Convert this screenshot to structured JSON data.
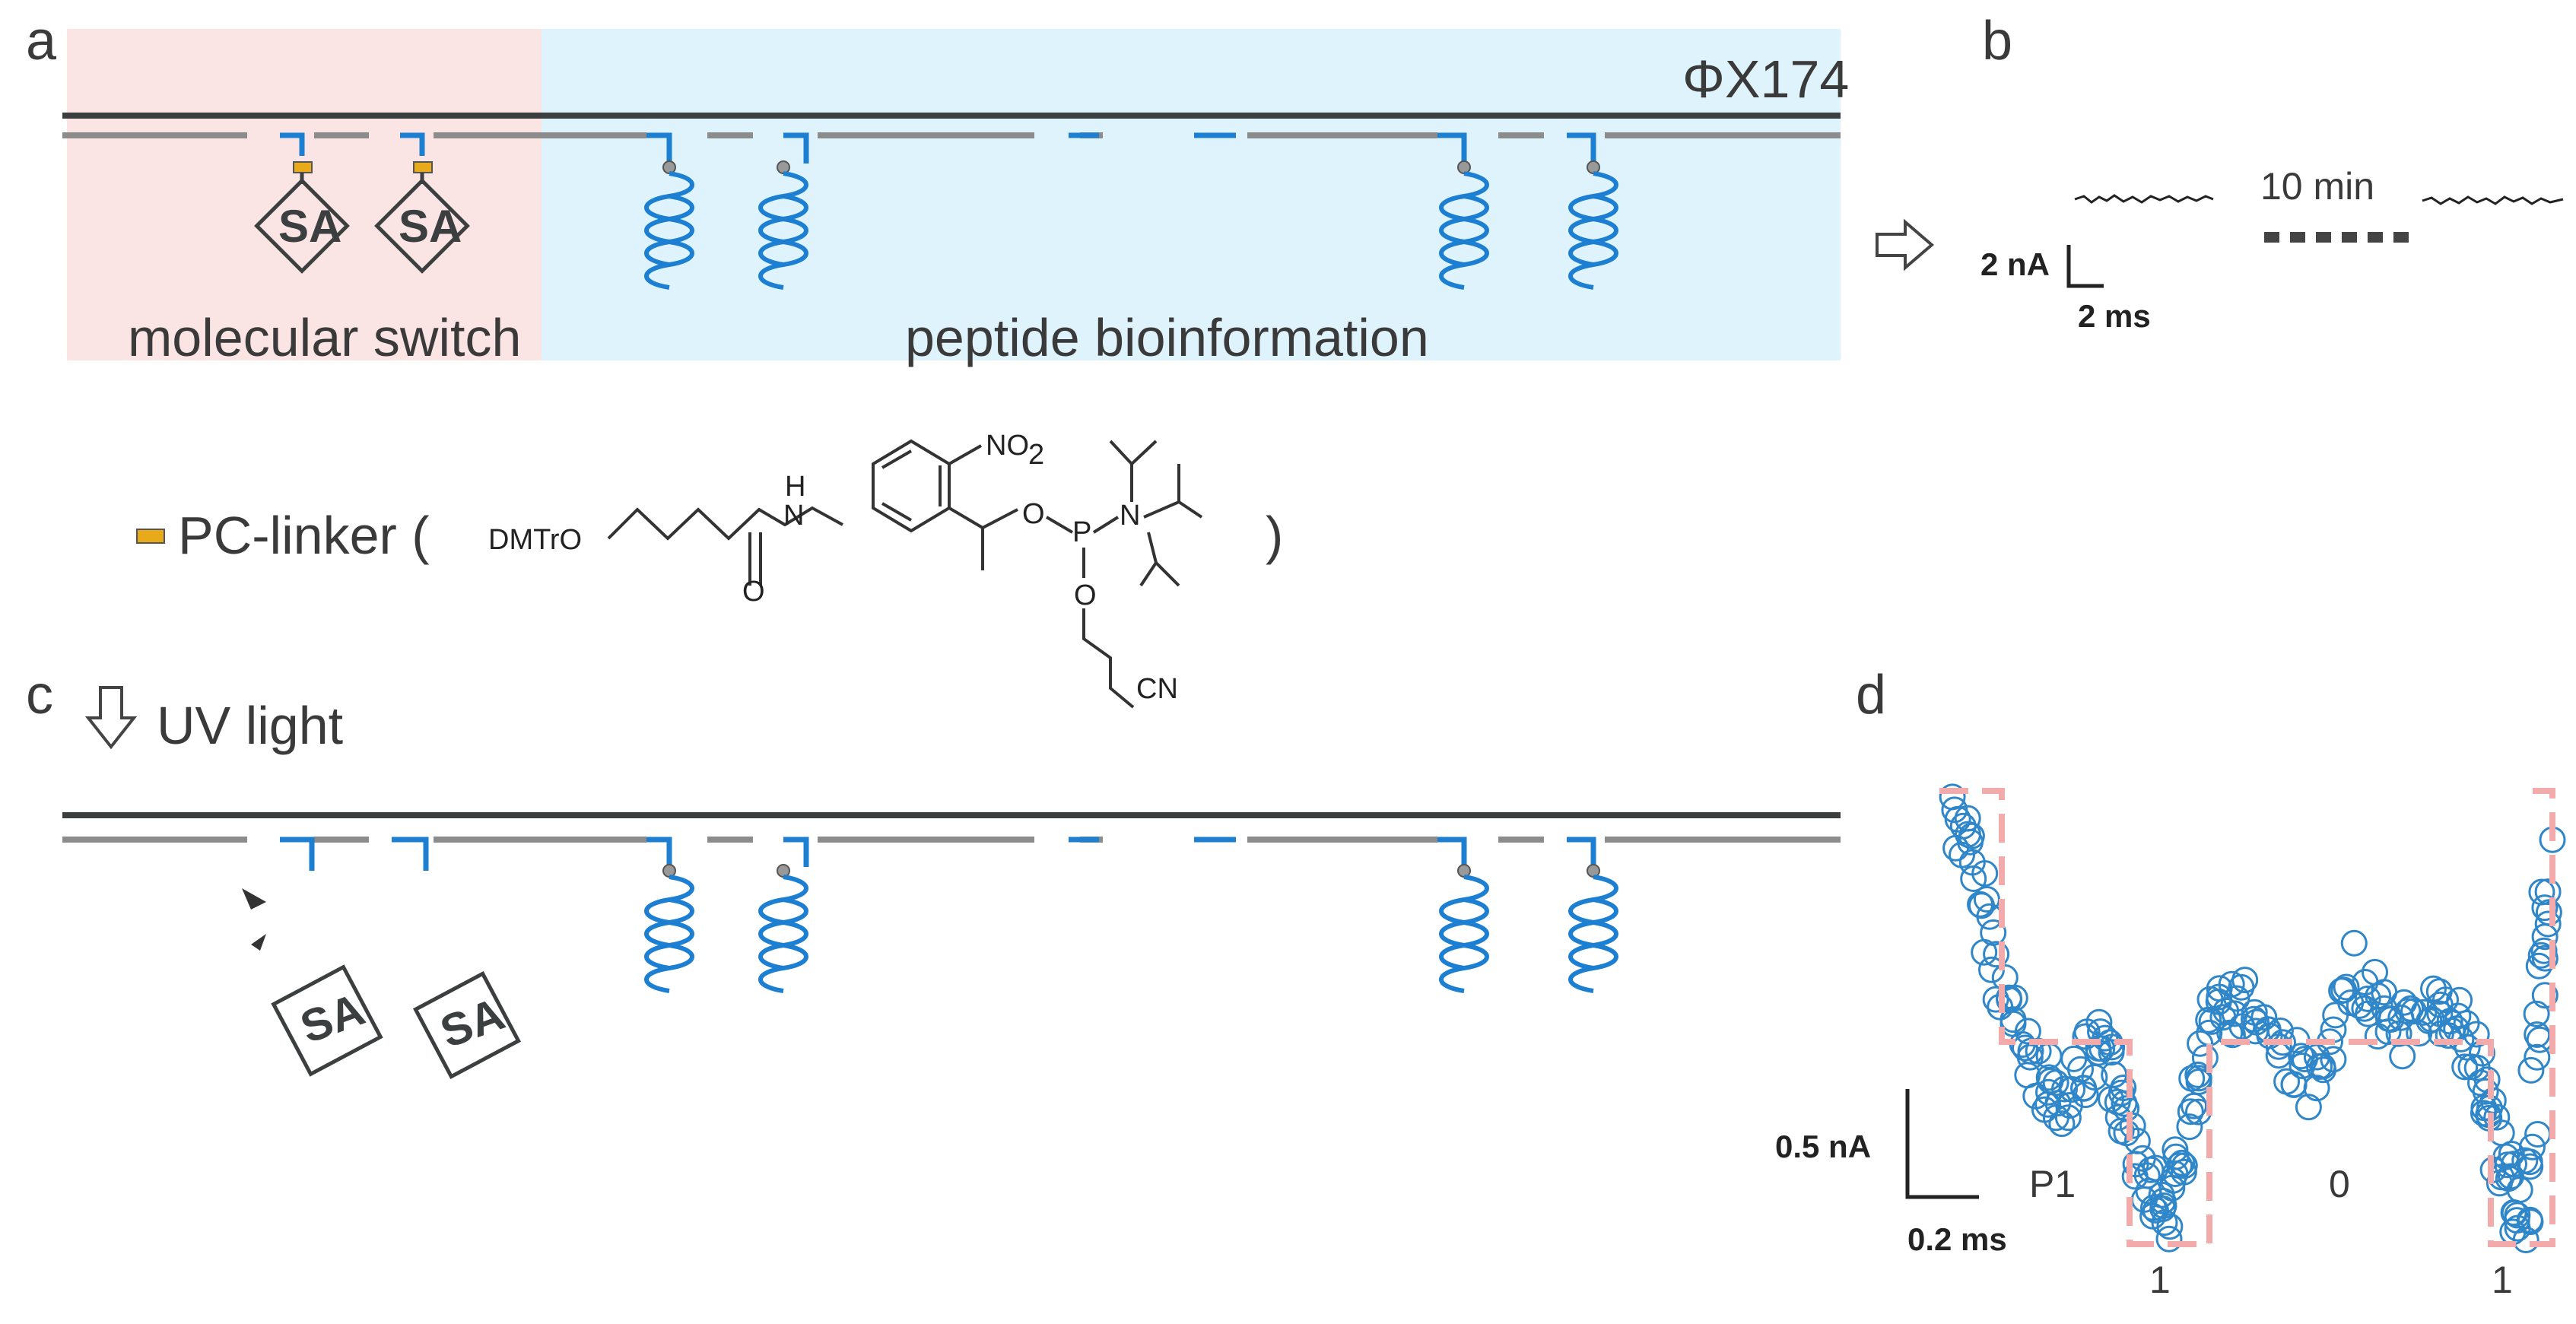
{
  "panels": {
    "a": "a",
    "b": "b",
    "c": "c",
    "d": "d"
  },
  "panel_a": {
    "genome_label": "ΦX174",
    "region_left": "molecular switch",
    "region_right": "peptide bioinformation",
    "sa_label": "SA"
  },
  "panel_b": {
    "time_gap": "10 min",
    "scale_current": "2 nA",
    "scale_time": "2 ms"
  },
  "legend": {
    "pc_linker_text": "PC-linker (",
    "close_paren": ")"
  },
  "structure": {
    "dmtro": "DMTrO",
    "nh": "H",
    "n": "N",
    "no2": "NO",
    "no2_sub": "2",
    "o1": "O",
    "o2": "O",
    "o3": "O",
    "p": "P",
    "n2": "N",
    "cn": "CN"
  },
  "panel_c": {
    "uv_label": "UV light",
    "sa_label": "SA"
  },
  "panel_d": {
    "scale_current": "0.5 nA",
    "scale_time": "0.2 ms",
    "segment_labels": [
      "P1",
      "0"
    ],
    "bit_labels": [
      "1",
      "1"
    ]
  },
  "colors": {
    "region_pink": "#fbe4e4",
    "region_blue": "#dff3fc",
    "strand_dark": "#3b3f40",
    "strand_gray": "#8c8c8c",
    "probe_blue": "#1c7fd1",
    "linker_yellow": "#e8a91a",
    "dash_pink": "#f2aaaa"
  }
}
